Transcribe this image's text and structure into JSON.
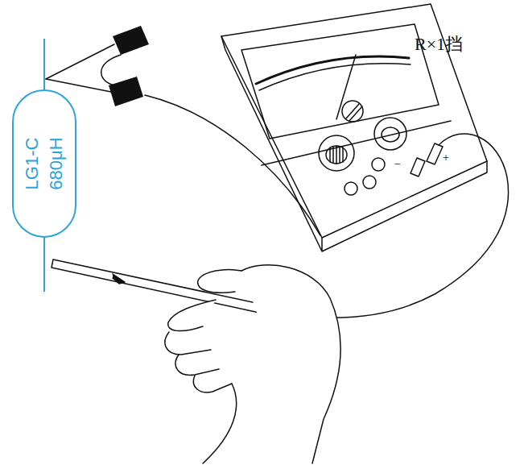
{
  "diagram": {
    "nodes": [
      {
        "text": [
          "LG1-C",
          "680μH"
        ]
      }
    ],
    "labels": [
      "R×1挡",
      "−",
      "+"
    ]
  }
}
